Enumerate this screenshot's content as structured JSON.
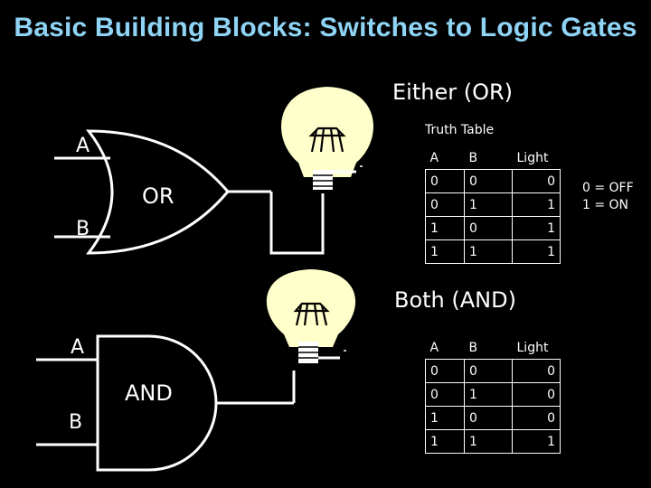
{
  "title": "Basic Building Blocks: Switches to Logic Gates",
  "or_section": {
    "heading": "Either (OR)",
    "gate_label": "OR",
    "input_a": "A",
    "input_b": "B",
    "truth_table_caption": "Truth Table",
    "columns": [
      "A",
      "B",
      "Light"
    ],
    "rows": [
      [
        "0",
        "0",
        "0"
      ],
      [
        "0",
        "1",
        "1"
      ],
      [
        "1",
        "0",
        "1"
      ],
      [
        "1",
        "1",
        "1"
      ]
    ]
  },
  "and_section": {
    "heading": "Both (AND)",
    "gate_label": "AND",
    "input_a": "A",
    "input_b": "B",
    "columns": [
      "A",
      "B",
      "Light"
    ],
    "rows": [
      [
        "0",
        "0",
        "0"
      ],
      [
        "0",
        "1",
        "0"
      ],
      [
        "1",
        "0",
        "0"
      ],
      [
        "1",
        "1",
        "1"
      ]
    ]
  },
  "legend": {
    "off": "0 = OFF",
    "on": "1 = ON"
  }
}
